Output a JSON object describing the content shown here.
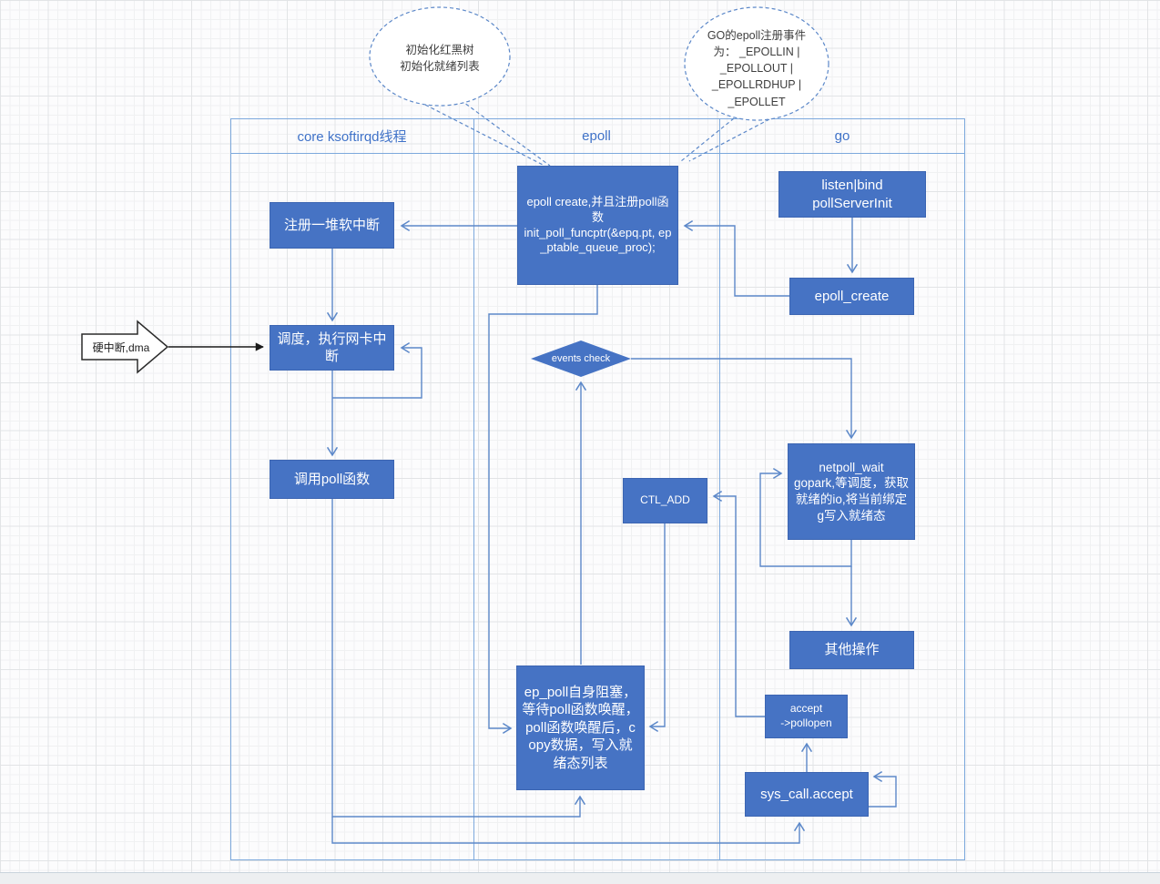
{
  "diagram": {
    "lanes": [
      {
        "label": "core ksoftirqd线程"
      },
      {
        "label": "epoll"
      },
      {
        "label": "go"
      }
    ],
    "callouts": [
      {
        "text": "初始化红黑树\n初始化就绪列表"
      },
      {
        "text": "GO的epoll注册事件\n为： _EPOLLIN |\n_EPOLLOUT |\n_EPOLLRDHUP |\n_EPOLLET"
      }
    ],
    "nodes": {
      "register_softirq": {
        "label": "注册一堆软中断"
      },
      "schedule_nic": {
        "label": "调度，执行网卡中断"
      },
      "call_poll": {
        "label": "调用poll函数"
      },
      "epoll_create_register": {
        "label": "epoll create,并且注册poll函数\ninit_poll_funcptr(&epq.pt, ep_ptable_queue_proc);"
      },
      "events_check": {
        "label": "events check"
      },
      "ctl_add": {
        "label": "CTL_ADD"
      },
      "ep_poll": {
        "label": "ep_poll自身阻塞，等待poll函数唤醒，poll函数唤醒后，copy数据，写入就绪态列表"
      },
      "listen_bind": {
        "label": "listen|bind\npollServerInit"
      },
      "epoll_create_go": {
        "label": "epoll_create"
      },
      "netpoll_wait": {
        "label": "netpoll_wait\ngopark,等调度，获取就绪的io,将当前绑定g写入就绪态"
      },
      "other_ops": {
        "label": "其他操作"
      },
      "accept_pollopen": {
        "label": "accept\n->pollopen"
      },
      "sys_call_accept": {
        "label": "sys_call.accept"
      },
      "hard_interrupt": {
        "label": "硬中断,dma"
      }
    },
    "colors": {
      "node_fill": "#4673c4",
      "node_text": "#ffffff",
      "connector_blue": "#5c88c9",
      "pool_border": "#7da9dd",
      "lane_title_text": "#3f72c8",
      "callout_border": "#5c88c9",
      "black_arrow": "#1a1a1a"
    }
  }
}
